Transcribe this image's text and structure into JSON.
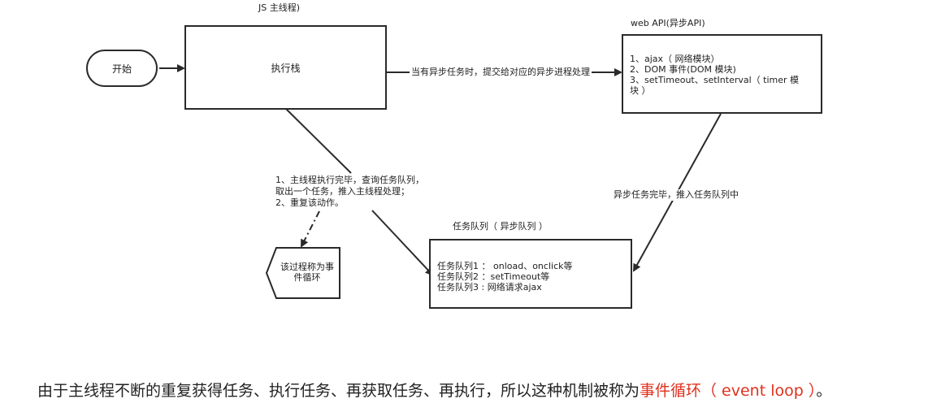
{
  "nodes": {
    "start": "开始",
    "js_title": "JS 主线程)",
    "exec_stack": "执行栈",
    "webapi_title": "web API(异步API)",
    "webapi_items": [
      "1、ajax（ 网络模块）",
      "2、DOM 事件(DOM 模块)",
      "3、setTimeout、setInterval（ timer 模\n块 ）"
    ],
    "queue_title": "任务队列（ 异步队列 ）",
    "queue_items": [
      "任务队列1 ： onload、onclick等",
      "任务队列2 ：setTimeout等",
      "任务队列3 : 网络请求ajax"
    ],
    "event_loop_shape": "该过程称为事\n件循环"
  },
  "edges": {
    "to_webapi": "当有异步任务时，提交给对应的异步进程处理",
    "to_queue": "异步任务完毕，推入任务队列中",
    "main_done": [
      "1、主线程执行完毕，查询任务队列，",
      "取出一个任务，推入主线程处理；",
      "2、重复该动作。"
    ]
  },
  "caption": {
    "text": "由于主线程不断的重复获得任务、执行任务、再获取任务、再执行，所以这种机制被称为",
    "highlight": "事件循环（ event loop ）",
    "end": "。",
    "highlight_color": "#e0301e"
  }
}
